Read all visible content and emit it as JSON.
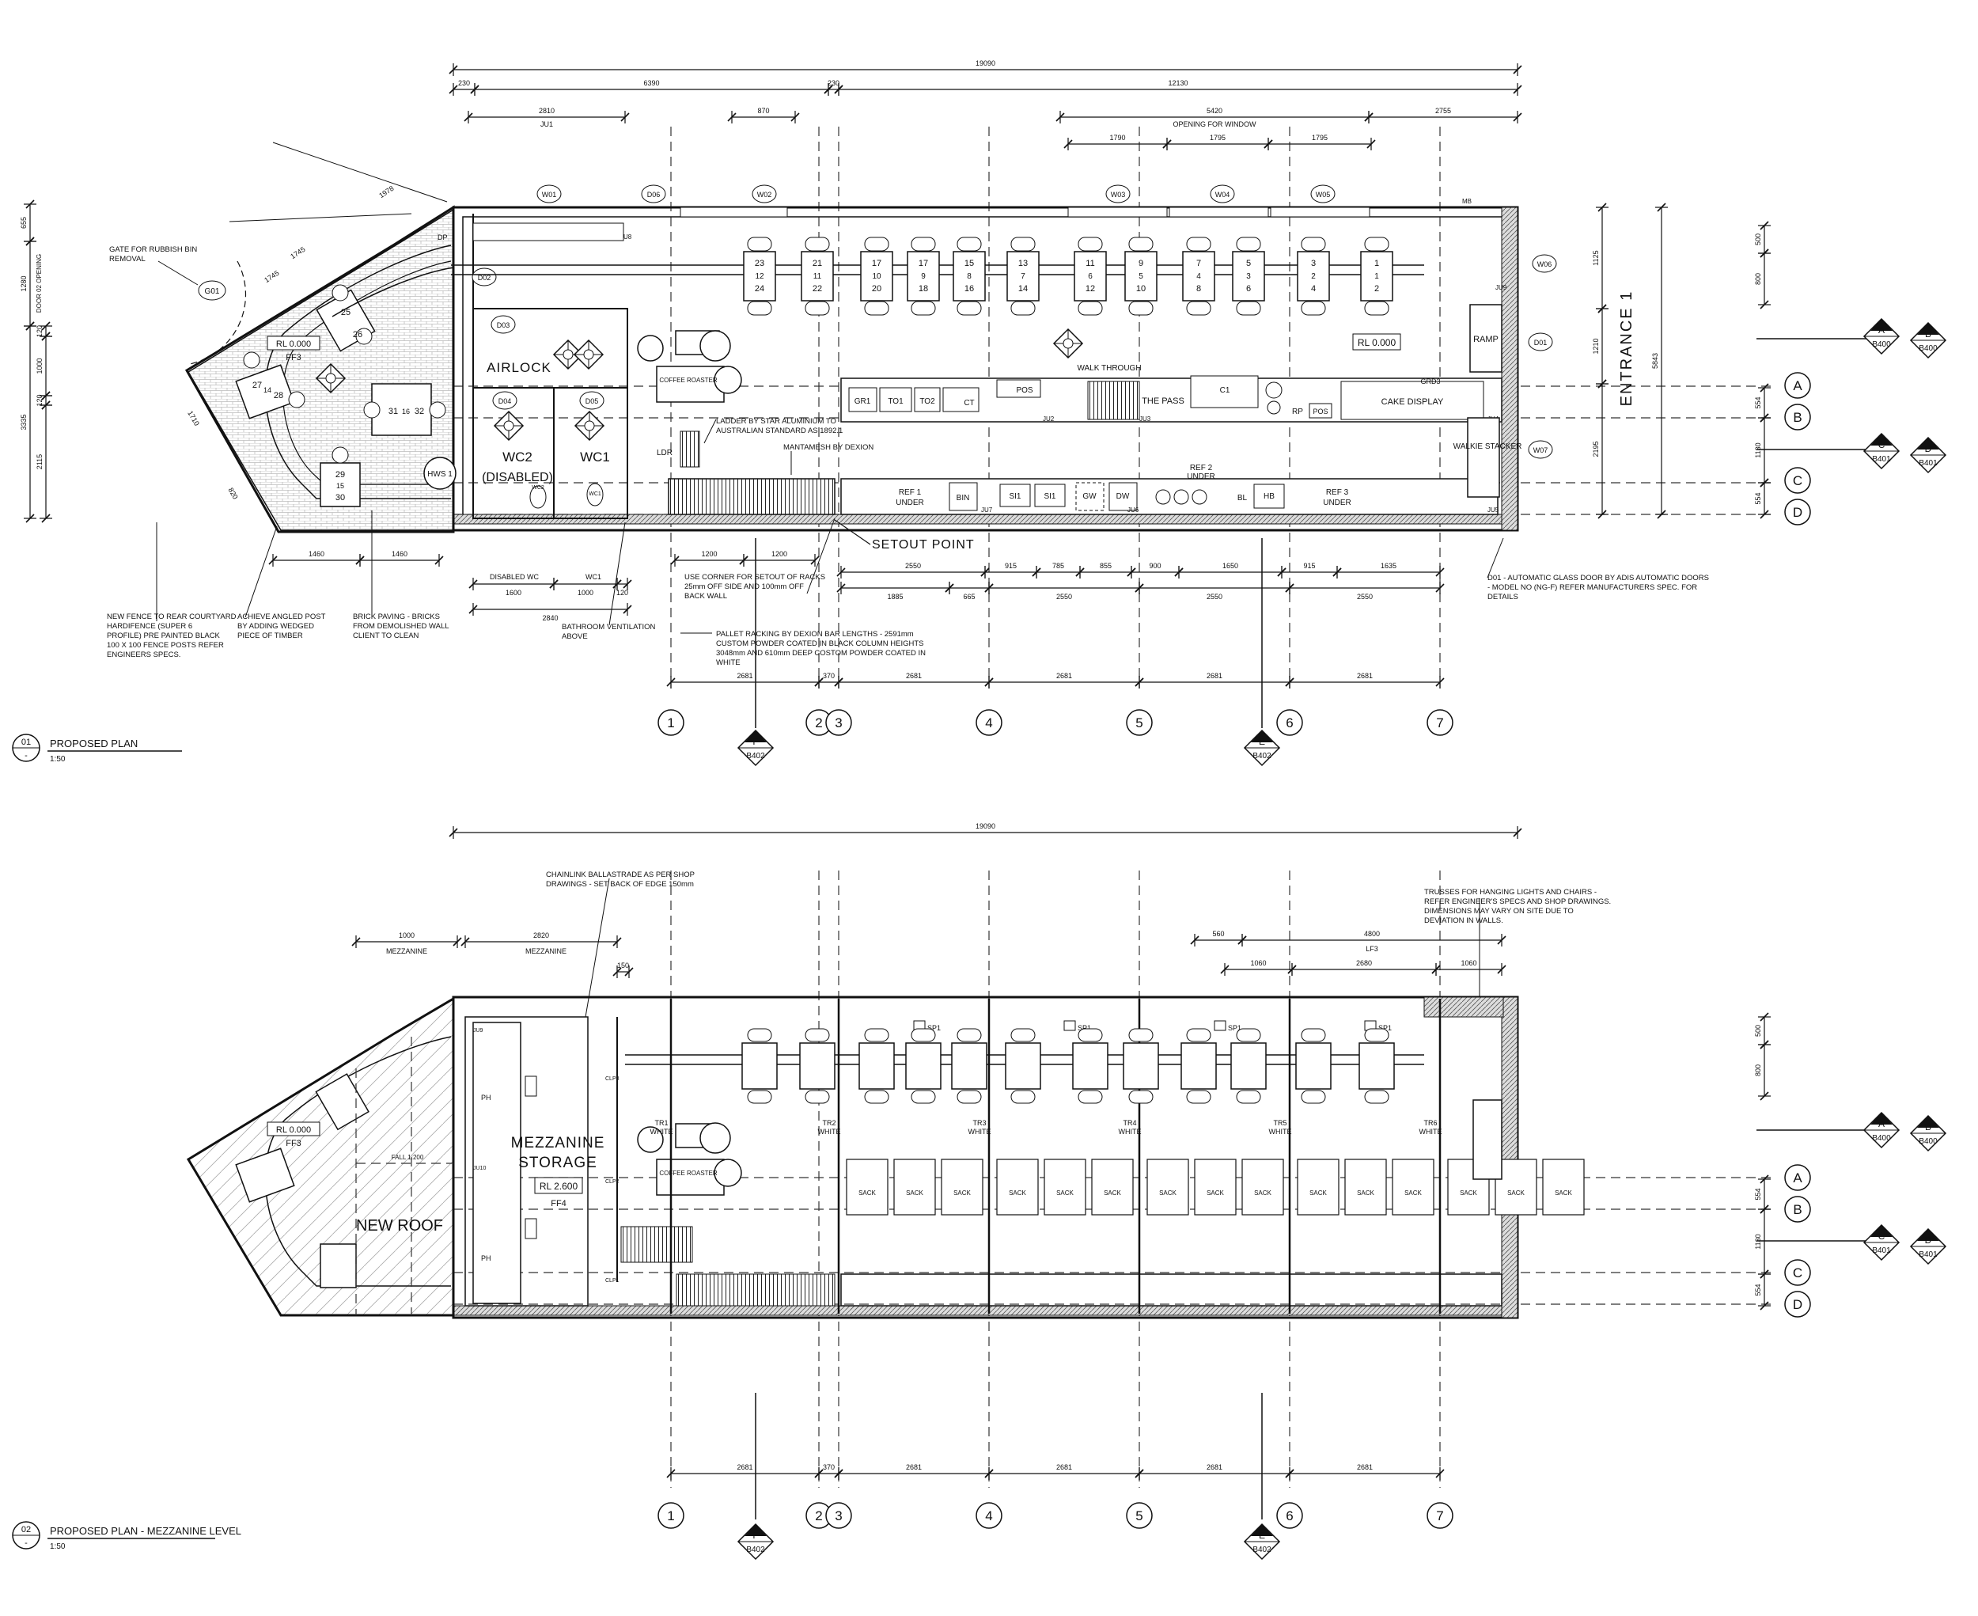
{
  "drawing": {
    "view1": {
      "number": "01",
      "sub": "-",
      "title": "PROPOSED PLAN",
      "scale": "1:50"
    },
    "view2": {
      "number": "02",
      "sub": "-",
      "title": "PROPOSED PLAN - MEZZANINE LEVEL",
      "scale": "1:50"
    }
  },
  "grid": {
    "columns": [
      "1",
      "2",
      "3",
      "4",
      "5",
      "6",
      "7"
    ],
    "rows": [
      "A",
      "B",
      "C",
      "D"
    ],
    "bay_dims": [
      "2681",
      "370",
      "2681",
      "2681",
      "2681",
      "2681"
    ]
  },
  "sections": {
    "a": {
      "letter": "A",
      "sheet": "B400"
    },
    "b": {
      "letter": "B",
      "sheet": "B400"
    },
    "c": {
      "letter": "C",
      "sheet": "B401"
    },
    "d": {
      "letter": "D",
      "sheet": "B401"
    },
    "e": {
      "letter": "E",
      "sheet": "B402"
    },
    "f": {
      "letter": "F",
      "sheet": "B402"
    }
  },
  "top_dims": {
    "overall": "19090",
    "d230a": "230",
    "d6390": "6390",
    "d230b": "230",
    "d12130": "12130",
    "d2810": "2810",
    "ju1": "JU1",
    "d870": "870",
    "d5420": "5420",
    "opening": "OPENING FOR WINDOW",
    "d2755": "2755",
    "d1790": "1790",
    "d1795a": "1795",
    "d1795b": "1795"
  },
  "doors": {
    "w01": "W01",
    "d06": "D06",
    "w02": "W02",
    "w03": "W03",
    "w04": "W04",
    "w05": "W05",
    "w06": "W06",
    "w07": "W07",
    "d01": "D01",
    "d02": "D02",
    "d03": "D03",
    "d04": "D04",
    "d05": "D05",
    "g01": "G01"
  },
  "rooms": {
    "airlock": "AIRLOCK",
    "wc2": "WC2",
    "disabled": "(DISABLED)",
    "wc1": "WC1",
    "coffee_roaster": "COFFEE ROASTER",
    "hws": "HWS 1",
    "ldr": "LDR",
    "walk_through": "WALK THROUGH",
    "the_pass": "THE PASS",
    "cake_display": "CAKE DISPLAY",
    "ramp": "RAMP",
    "walkie_stacker": "WALKIE STACKER",
    "entrance": "ENTRANCE 1",
    "rl0": "RL 0.000",
    "rl_court": "RL 0.000",
    "ff3": "FF3",
    "setout": "SETOUT POINT",
    "gr1": "GR1",
    "to1": "TO1",
    "to2": "TO2",
    "ct": "CT",
    "pos1": "POS",
    "c1": "C1",
    "rp": "RP",
    "pos2": "POS",
    "grd3": "GRD3",
    "ref1": "REF 1",
    "under1": "UNDER",
    "bin": "BIN",
    "si1": "SI1",
    "si2": "SI1",
    "gw": "GW",
    "dw": "DW",
    "ref2": "REF 2",
    "under2": "UNDER",
    "bl": "BL",
    "hb": "HB",
    "ref3": "REF 3",
    "under3": "UNDER",
    "wc_small": "WC2",
    "wc1_small": "WC1",
    "pr_tag": "HWS",
    "ju8": "JU8",
    "ju2": "JU2",
    "ju3": "JU3",
    "ju4": "JU4",
    "ju5": "JU5",
    "ju6": "JU6",
    "ju7": "JU7",
    "ju9": "JU9",
    "ju10": "JU10",
    "mb": "MB",
    "dp": "DP"
  },
  "seats": {
    "cols": [
      [
        "23",
        "12",
        "24"
      ],
      [
        "21",
        "11",
        "22"
      ],
      [
        "17",
        "10",
        "20"
      ],
      [
        "17",
        "9",
        "18"
      ],
      [
        "15",
        "8",
        "16"
      ],
      [
        "13",
        "7",
        "14"
      ],
      [
        "11",
        "6",
        "12"
      ],
      [
        "9",
        "5",
        "10"
      ],
      [
        "7",
        "4",
        "8"
      ],
      [
        "5",
        "3",
        "6"
      ],
      [
        "3",
        "2",
        "4"
      ],
      [
        "1",
        "1",
        "2"
      ]
    ],
    "courtyard": {
      "t25": "25",
      "t26": "26",
      "t27": "27",
      "t14": "14",
      "t28": "28",
      "t31": "31",
      "t16": "16",
      "t32": "32",
      "t29": "29",
      "t15": "15",
      "t30": "30"
    }
  },
  "notes": {
    "gate": "GATE FOR RUBBISH BIN REMOVAL",
    "fence": "NEW FENCE TO REAR COURTYARD HARDIFENCE (SUPER 6 PROFILE) PRE PAINTED BLACK 100 X 100 FENCE POSTS REFER ENGINEERS SPECS.",
    "angled": "ACHIEVE ANGLED POST BY ADDING WEDGED PIECE OF TIMBER",
    "brick": "BRICK PAVING - BRICKS FROM DEMOLISHED WALL CLIENT TO CLEAN",
    "vent": "BATHROOM VENTILATION ABOVE",
    "ladder": "LADDER BY STAR ALUMINIUM TO AUSTRALIAN STANDARD AS 1892.1",
    "mesh": "MANTAMESH BY DEXION",
    "corner": "USE CORNER FOR SETOUT OF RACKS 25mm OFF SIDE AND 100mm OFF BACK WALL",
    "pallet": "PALLET RACKING BY DEXION BAR LENGTHS - 2591mm CUSTOM POWDER COATED IN BLACK COLUMN HEIGHTS 3048mm AND 610mm DEEP COSTOM POWDER COATED IN WHITE",
    "d01": "D01 - AUTOMATIC GLASS DOOR BY ADIS AUTOMATIC DOORS - MODEL NO (NG-F) REFER MANUFACTURERS SPEC. FOR DETAILS",
    "balustrade": "CHAINLINK BALLASTRADE AS PER SHOP DRAWINGS - SET BACK OF EDGE 150mm",
    "trusses": "TRUSSES FOR HANGING LIGHTS AND CHAIRS - REFER ENGINEER'S SPECS AND SHOP DRAWINGS. DIMENSIONS MAY VARY ON SITE DUE TO DEVIATION IN WALLS."
  },
  "lower_dims": {
    "d1460a": "1460",
    "d1460b": "1460",
    "disabled_wc": "DISABLED WC",
    "wc1": "WC1",
    "d1600": "1600",
    "d1000": "1000",
    "d120": "120",
    "d2840": "2840",
    "d1200a": "1200",
    "d1200b": "1200",
    "r1": [
      "2550",
      "915",
      "785",
      "855",
      "900",
      "1650",
      "915",
      "1635"
    ],
    "r2": [
      "1885",
      "665",
      "2550",
      "2550",
      "2550"
    ]
  },
  "right_dims": {
    "d500": "500",
    "d800": "800",
    "d1125": "1125",
    "d1210": "1210",
    "d2195": "2195",
    "d554a": "554",
    "d1130": "1130",
    "d554b": "554",
    "d5843": "5843"
  },
  "left_dims": {
    "d655": "655",
    "d1280": "1280",
    "door02": "DOOR 02 OPENING",
    "d120a": "120",
    "d1000": "1000",
    "d120b": "120",
    "d3335": "3335",
    "d2115": "2115"
  },
  "court_dims": {
    "d1978": "1978",
    "d1745": "1745",
    "d1745b": "1745",
    "d1710": "1710",
    "d820": "820"
  },
  "mezz": {
    "overall": "19090",
    "d1000": "1000",
    "mezz1": "MEZZANINE",
    "d2820": "2820",
    "mezz2": "MEZZANINE",
    "d150": "150",
    "d560": "560",
    "d4800": "4800",
    "lf3": "LF3",
    "d1060a": "1060",
    "d2680": "2680",
    "d1060b": "1060",
    "storage": "MEZZANINE STORAGE",
    "rl": "RL 2.600",
    "ff4": "FF4",
    "new_roof": "NEW ROOF",
    "rl_roof": "RL 0.000",
    "ff3": "FF3",
    "fall": "FALL 1:200",
    "roaster": "COFFEE ROASTER",
    "tr": [
      "TR1",
      "TR2",
      "TR3",
      "TR4",
      "TR5",
      "TR6"
    ],
    "white": "WHITE",
    "sp1": "SP1",
    "sack": "SACK",
    "ph": "PH",
    "clp1": "CLP1",
    "clp2": "CLP2",
    "clp3": "CLP3",
    "ju9": "JU9",
    "ju10": "JU10"
  }
}
